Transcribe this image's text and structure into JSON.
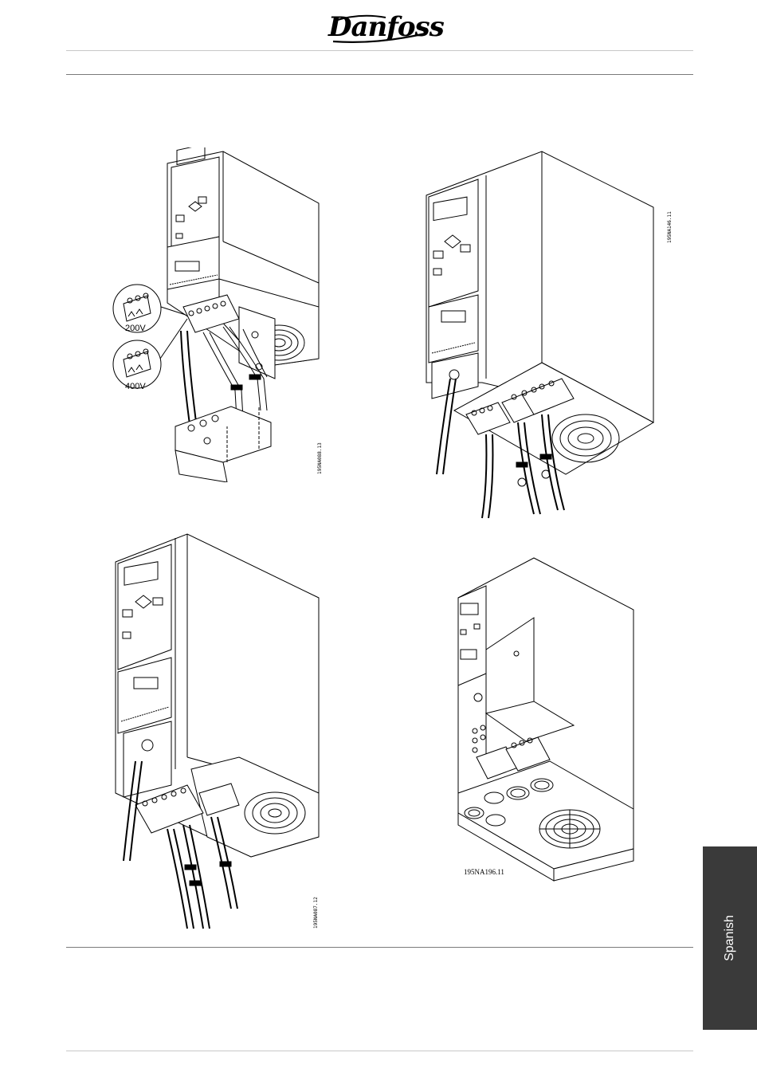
{
  "header": {
    "brand": "Danfoss"
  },
  "figures": [
    {
      "id": "top-left",
      "code": "195NA088.13",
      "labels": [
        "200V",
        "400V"
      ]
    },
    {
      "id": "top-right",
      "code": "195NA146.11"
    },
    {
      "id": "bottom-left",
      "code": "195NA087.12"
    },
    {
      "id": "bottom-right",
      "code": "195NA196.11"
    }
  ],
  "side_tab": {
    "label": "Spanish",
    "color": "#3a3a3a"
  }
}
